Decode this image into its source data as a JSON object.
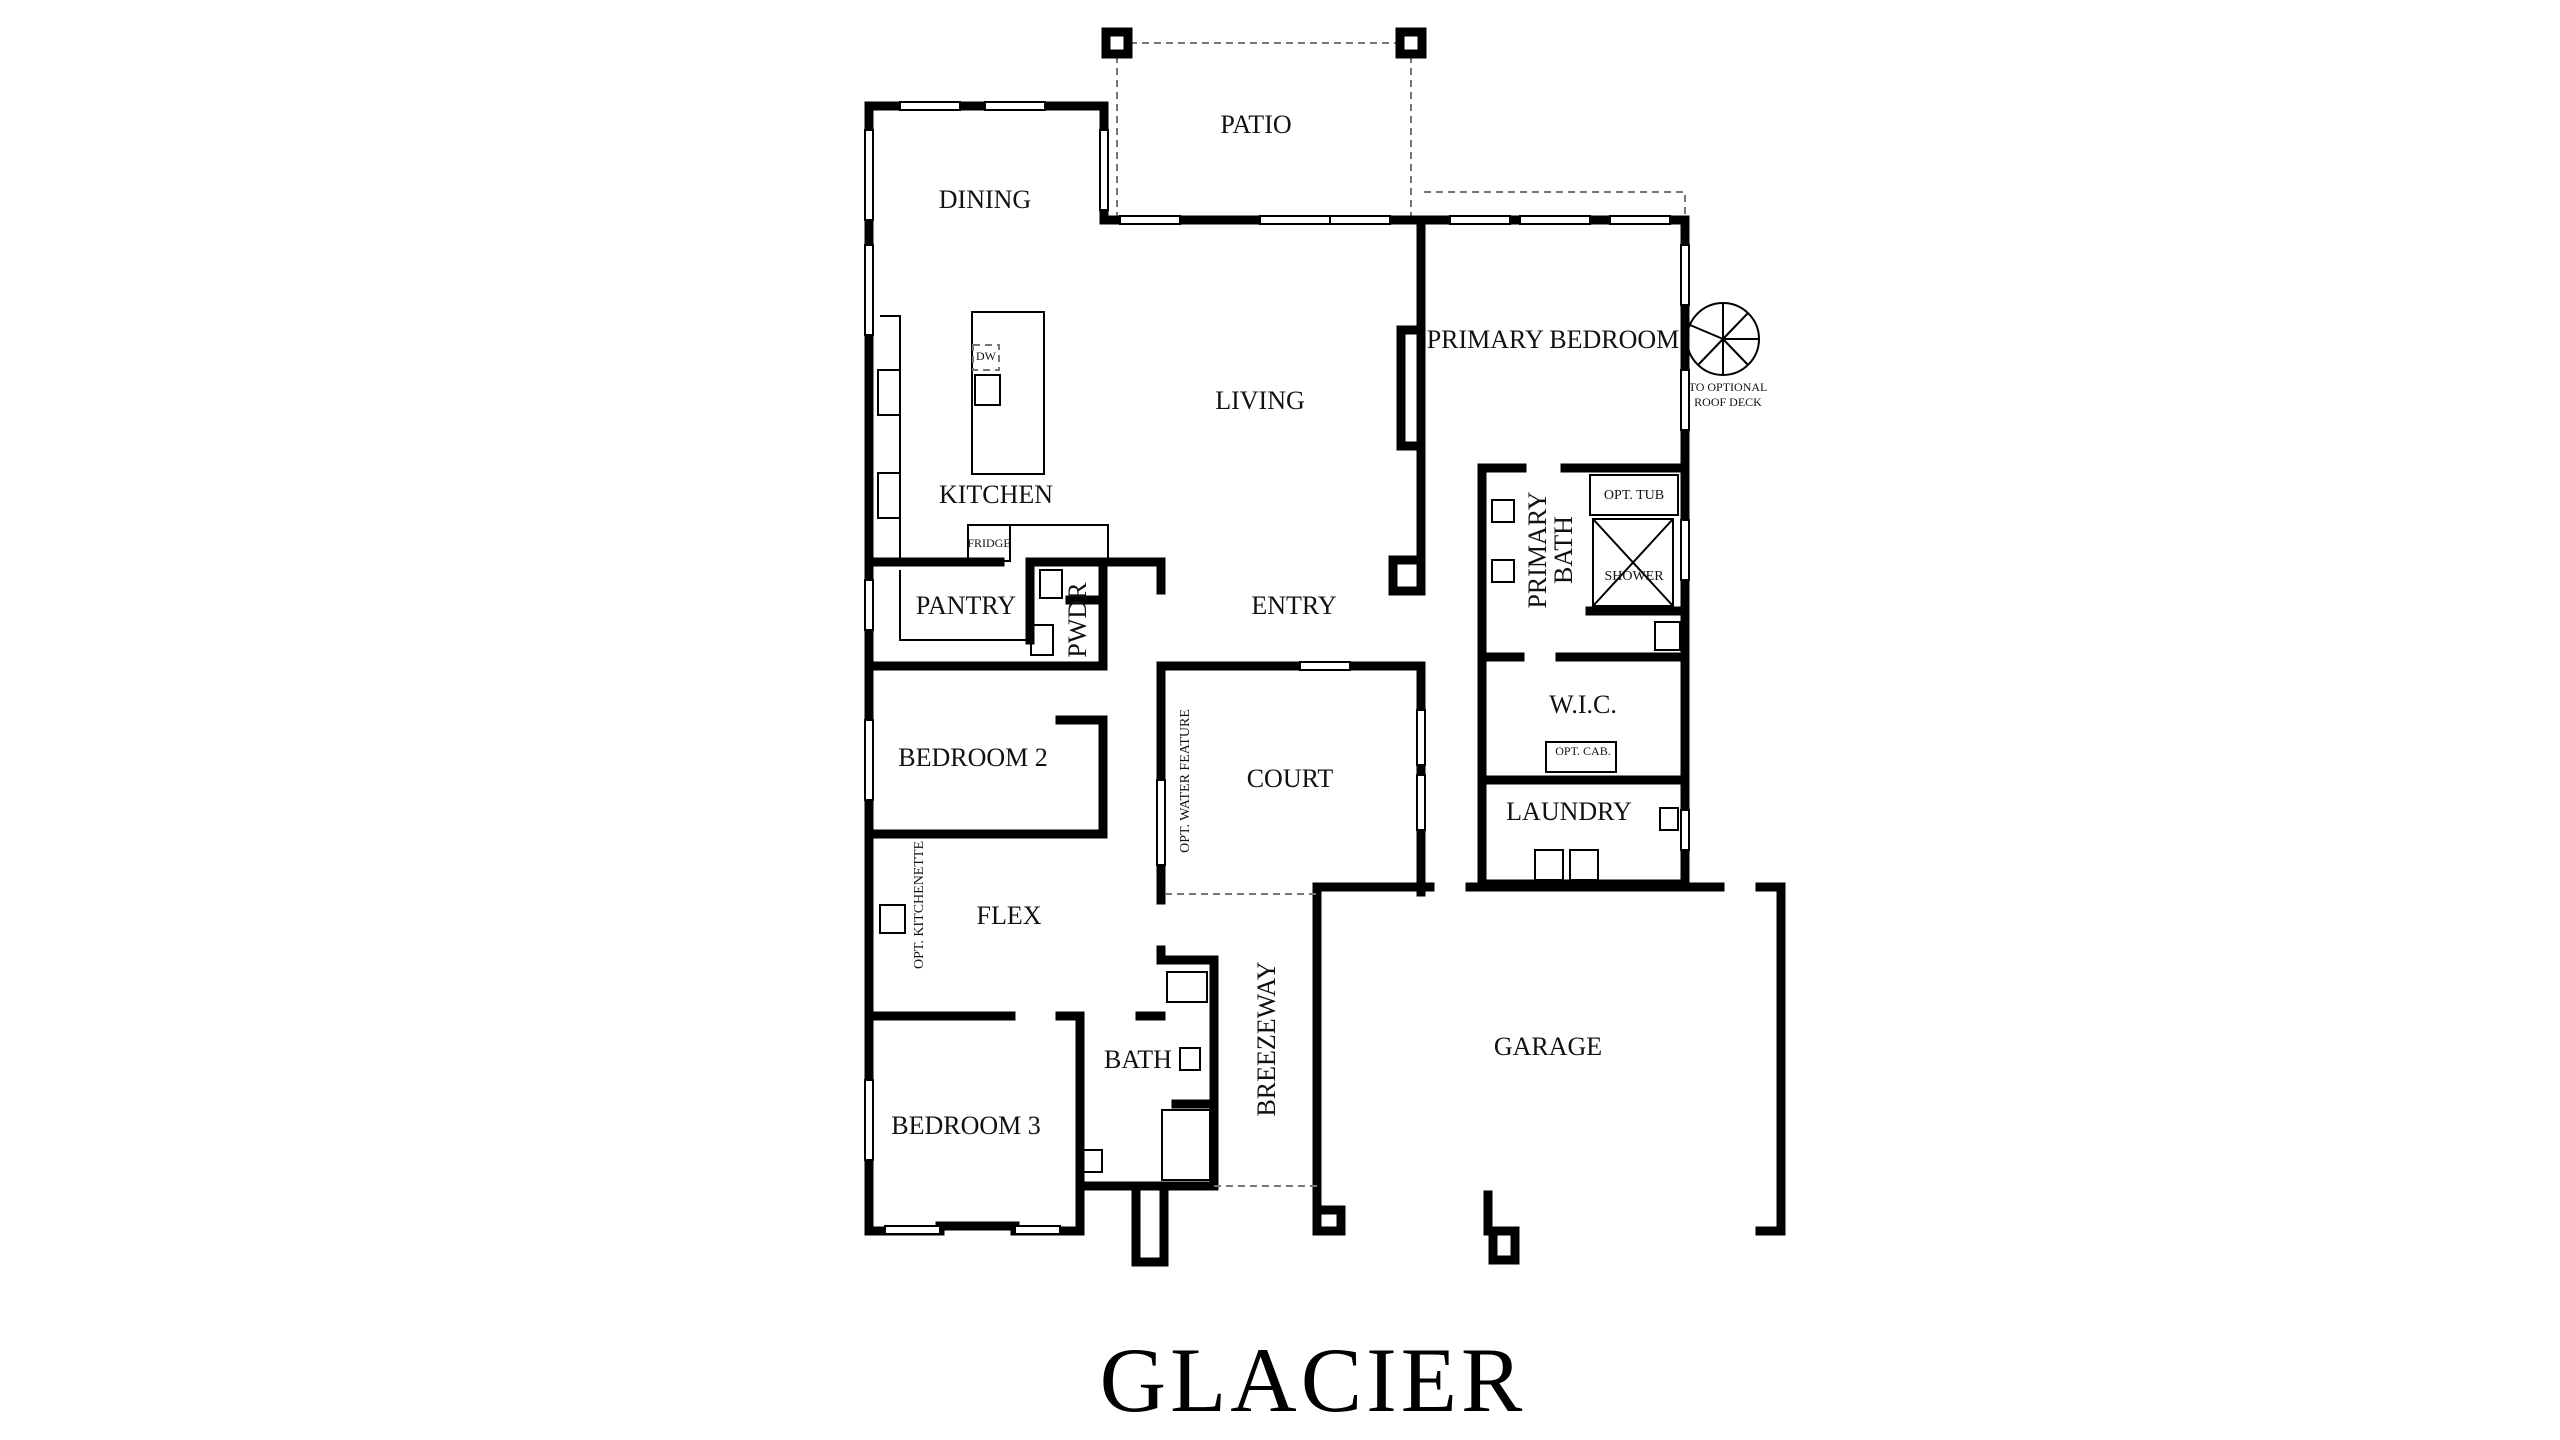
{
  "title": "GLACIER",
  "rooms": {
    "patio": "PATIO",
    "dining": "DINING",
    "living": "LIVING",
    "primary_bedroom": "PRIMARY BEDROOM",
    "kitchen": "KITCHEN",
    "pantry": "PANTRY",
    "pwdr": "PWDR",
    "entry": "ENTRY",
    "primary_bath": "PRIMARY",
    "primary_bath_2": "BATH",
    "wic": "W.I.C.",
    "laundry": "LAUNDRY",
    "bedroom2": "BEDROOM 2",
    "court": "COURT",
    "flex": "FLEX",
    "bath": "BATH",
    "bedroom3": "BEDROOM 3",
    "breezeway": "BREEZEWAY",
    "garage": "GARAGE"
  },
  "fixtures": {
    "dw": "DW",
    "fridge": "FRIDGE",
    "opt_tub": "OPT. TUB",
    "shower": "SHOWER",
    "opt_cab": "OPT. CAB.",
    "opt_water_feature": "OPT. WATER FEATURE",
    "opt_kitchenette": "OPT. KITCHENETTE",
    "roof_deck_1": "TO OPTIONAL",
    "roof_deck_2": "ROOF DECK"
  }
}
